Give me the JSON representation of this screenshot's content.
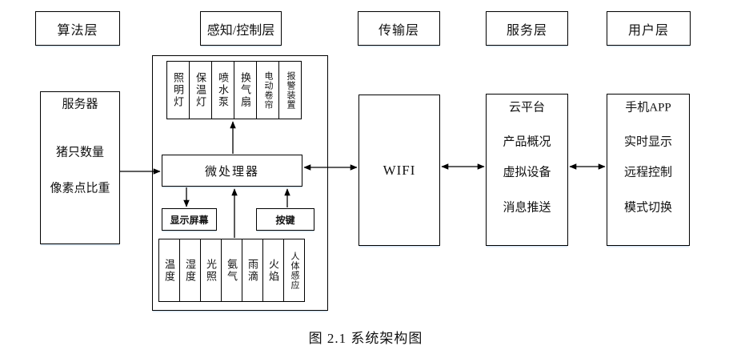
{
  "headers": {
    "items": [
      "算法层",
      "感知/控制层",
      "传输层",
      "服务层",
      "用户层"
    ]
  },
  "algorithm_layer": {
    "lines": [
      "服务器",
      "猪只数量",
      "像素点比重"
    ]
  },
  "perception_layer": {
    "actuators": [
      "照明灯",
      "保温灯",
      "喷水泵",
      "换气扇",
      "电动卷帘",
      "报警装置"
    ],
    "mcu": "微处理器",
    "display": "显示屏幕",
    "keypad": "按键",
    "sensors": [
      "温度",
      "湿度",
      "光照",
      "氨气",
      "雨滴",
      "火焰",
      "人体感应"
    ]
  },
  "transport_layer": {
    "wifi": "WIFI"
  },
  "service_layer": {
    "lines": [
      "云平台",
      "产品概况",
      "虚拟设备",
      "消息推送"
    ]
  },
  "user_layer": {
    "lines": [
      "手机APP",
      "实时显示",
      "远程控制",
      "模式切换"
    ]
  },
  "caption": "图 2.1 系统架构图",
  "colors": {
    "line": "#000000",
    "text": "#111111",
    "background": "#ffffff"
  }
}
